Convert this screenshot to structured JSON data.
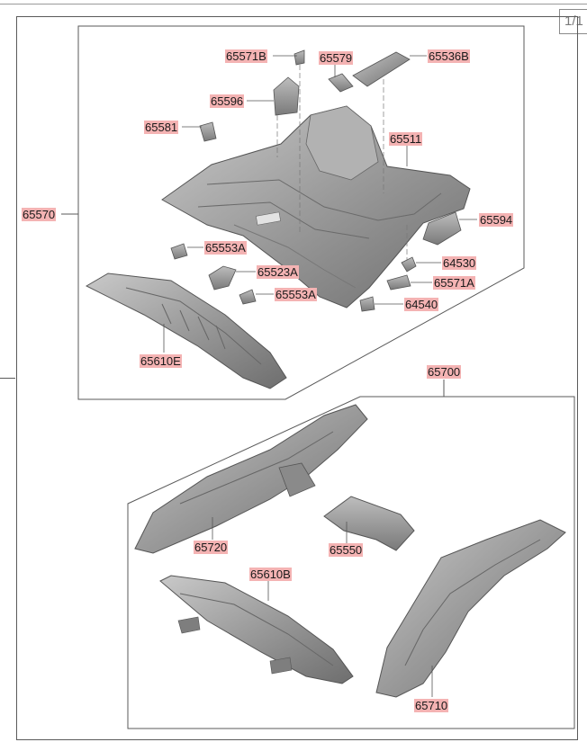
{
  "page": {
    "indicator": "1/1"
  },
  "labels": {
    "l65571B": "65571B",
    "l65579": "65579",
    "l65536B": "65536B",
    "l65596": "65596",
    "l65581": "65581",
    "l65511": "65511",
    "l65570": "65570",
    "l65594": "65594",
    "l65553A_1": "65553A",
    "l64530": "64530",
    "l65523A": "65523A",
    "l65571A": "65571A",
    "l65553A_2": "65553A",
    "l64540": "64540",
    "l65610E": "65610E",
    "l65700": "65700",
    "l65720": "65720",
    "l65550": "65550",
    "l65610B": "65610B",
    "l65710": "65710"
  },
  "colors": {
    "part_fill": "#9d9d9d",
    "part_dark": "#6f6f6f",
    "part_light": "#c8c8c8",
    "label_bg": "#f4b3b3"
  }
}
